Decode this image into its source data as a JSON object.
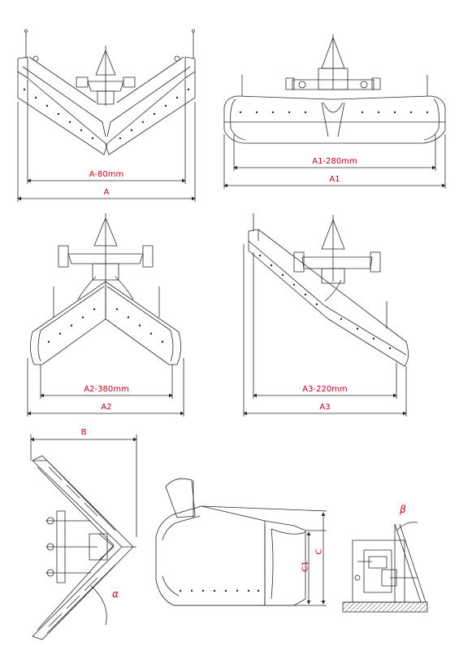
{
  "colors": {
    "line": "#2a2a2a",
    "dimension": "#c0001a",
    "fill": "#f2f2f2"
  },
  "views": {
    "straight_v": {
      "inner": "A-80mm",
      "outer": "A"
    },
    "straight": {
      "inner": "A1-280mm",
      "outer": "A1"
    },
    "v_shape": {
      "inner": "A2-380mm",
      "outer": "A2"
    },
    "angled": {
      "inner": "A3-220mm",
      "outer": "A3"
    },
    "top_view": {
      "width": "B",
      "angle": "α"
    },
    "side_view": {
      "height_outer": "C",
      "height_inner": "C1"
    },
    "rear_view": {
      "angle": "β"
    }
  }
}
